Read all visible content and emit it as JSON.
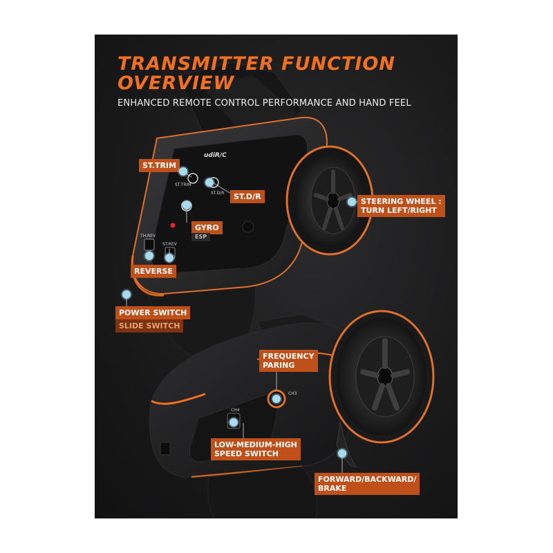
{
  "title_line1": "TRANSMITTER FUNCTION",
  "title_line2": "OVERVIEW",
  "subtitle": "ENHANCED REMOTE CONTROL PERFORMANCE AND HAND FEEL",
  "brand": "udiR/C",
  "labels": {
    "st_trim": "ST.TRIM",
    "st_dr": "ST.D/R",
    "steering_line1": "STEERING WHEEL :",
    "steering_line2": "TURN LEFT/RIGHT",
    "gyro": "GYRO",
    "gyro_sub": "ESP",
    "reverse": "REVERSE",
    "power": "POWER SWITCH",
    "power_sub": "SLIDE SWITCH",
    "freq_line1": "FREQUENCY",
    "freq_line2": "PARING",
    "speed_line1": "LOW-MEDIUM-HIGH",
    "speed_line2": "SPEED SWITCH",
    "fb_line1": "FORWARD/BACKWARD/",
    "fb_line2": "BRAKE"
  },
  "panel_markings": {
    "st_trim_knob": "ST.TRIM",
    "st_dr_knob": "ST.D/R",
    "th_rev": "TH.REV",
    "st_rev": "ST.REV",
    "ch3": "CH3",
    "ch4": "CH4"
  },
  "colors": {
    "accent": "#f2701f",
    "label_bg": "#c0501a",
    "dot": "#a9dbf0",
    "panel_bg": "#1b1b1c"
  }
}
